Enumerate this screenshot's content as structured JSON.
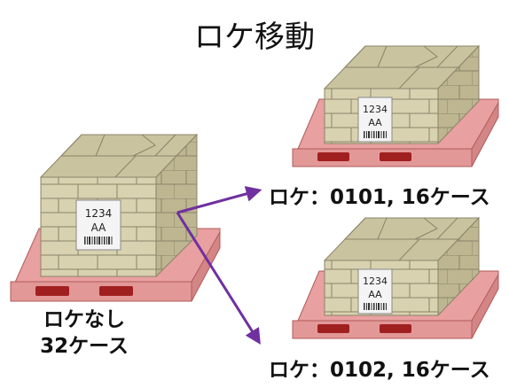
{
  "title": "ロケ移動",
  "source": {
    "line1": "ロケなし",
    "line2": "32ケース",
    "label": {
      "line1": "1234",
      "line2": "AA"
    }
  },
  "destinations": [
    {
      "text": "ロケ：0101, 16ケース",
      "label": {
        "line1": "1234",
        "line2": "AA"
      }
    },
    {
      "text": "ロケ：0102, 16ケース",
      "label": {
        "line1": "1234",
        "line2": "AA"
      }
    }
  ],
  "colors": {
    "box_front": "#d8d2b0",
    "box_top": "#c9c3a0",
    "box_side": "#bdb690",
    "box_edge": "#8a846a",
    "pallet": "#e8a0a0",
    "pallet_dark": "#a02020",
    "arrow": "#7030a0"
  }
}
